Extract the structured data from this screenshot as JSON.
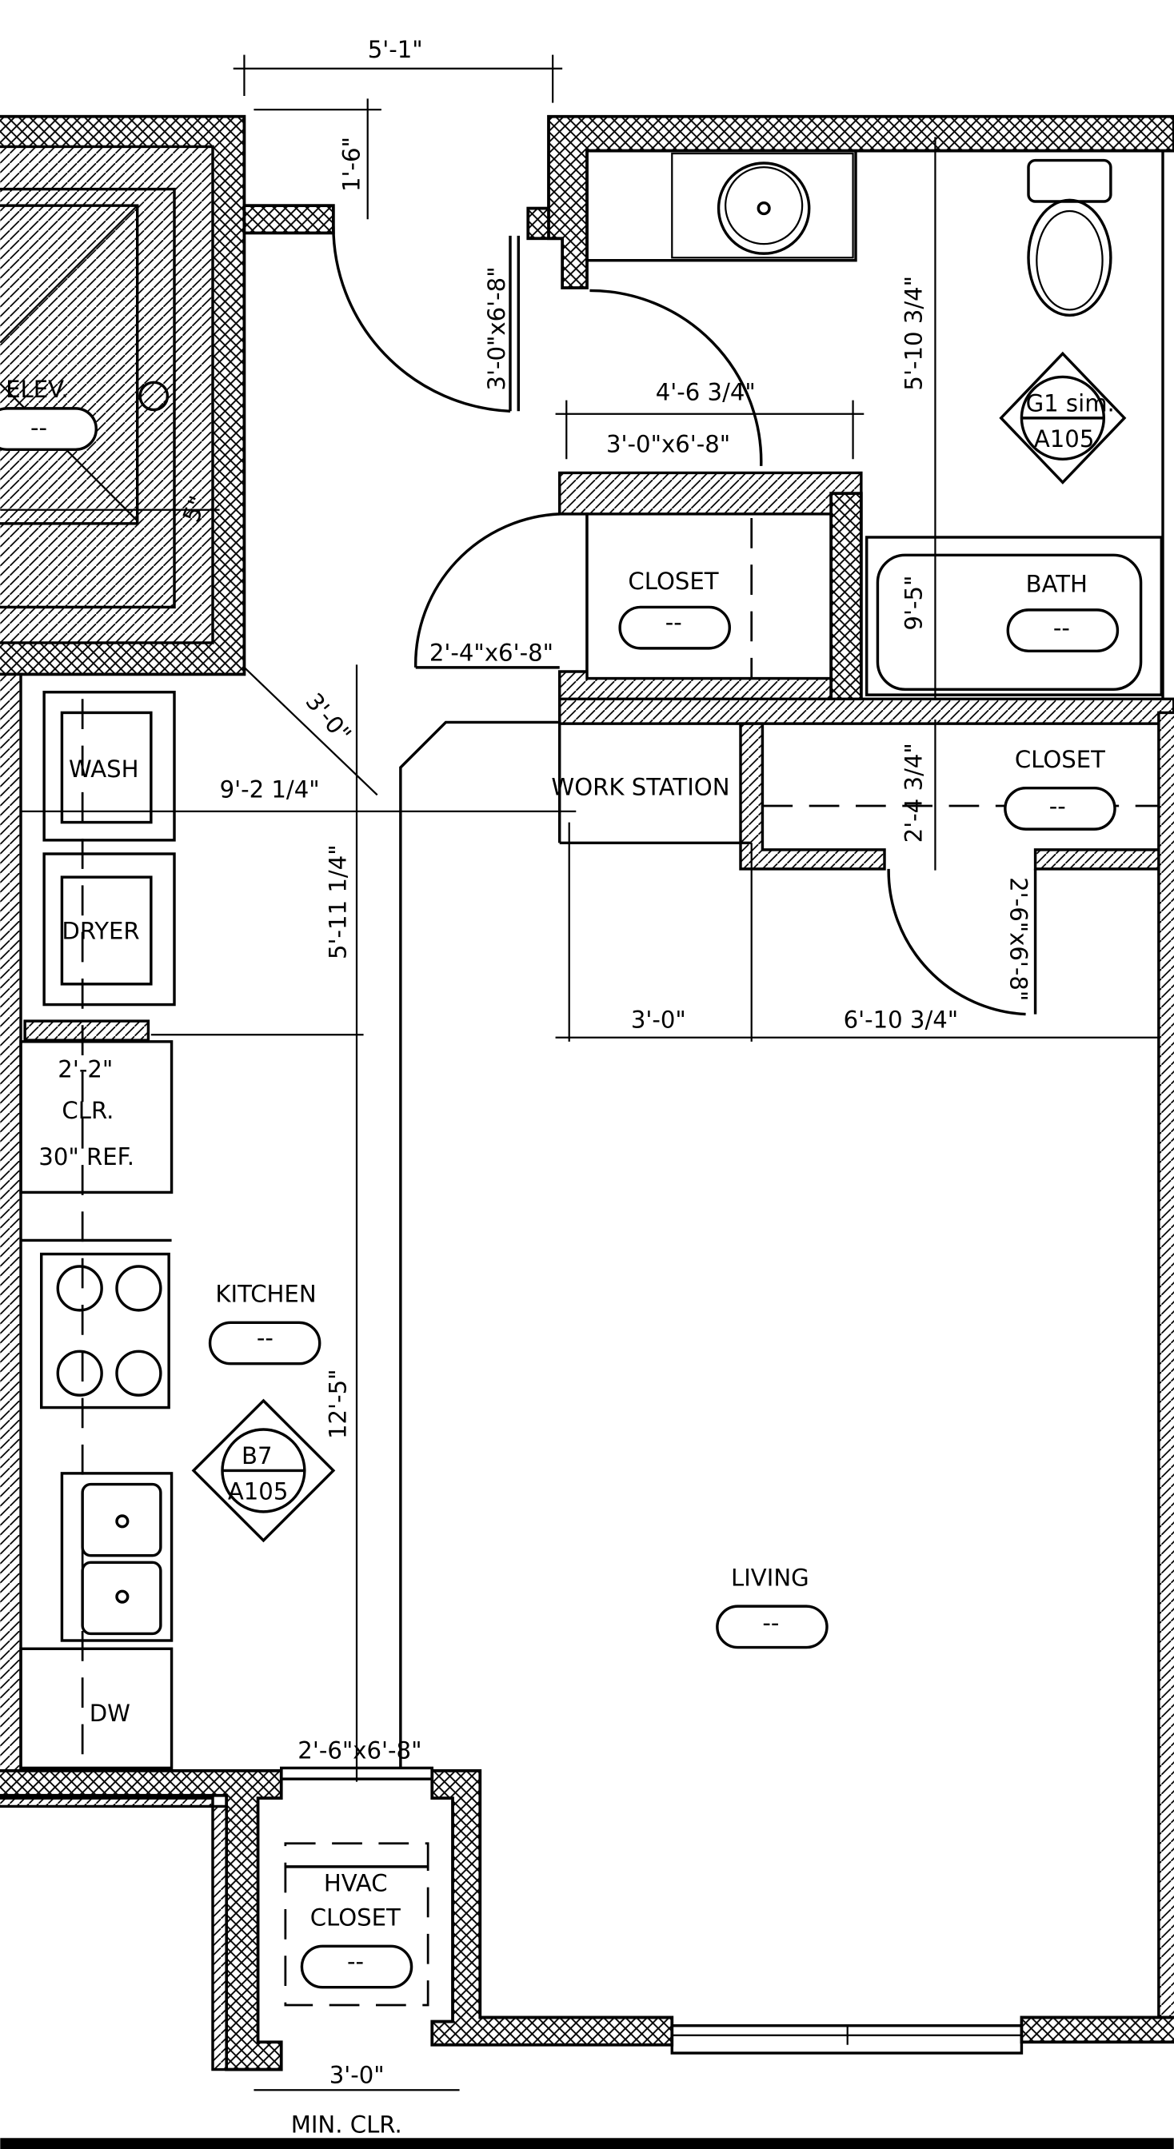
{
  "colors": {
    "ink": "#000000",
    "paper": "#ffffff"
  },
  "rooms": {
    "elevator": {
      "label": "ELEV.",
      "tag": "--"
    },
    "closet_1": {
      "label": "CLOSET",
      "tag": "--"
    },
    "bath": {
      "label": "BATH",
      "tag": "--"
    },
    "closet_2": {
      "label": "CLOSET",
      "tag": "--"
    },
    "work_station": {
      "label": "WORK STATION"
    },
    "kitchen": {
      "label": "KITCHEN",
      "tag": "--"
    },
    "living": {
      "label": "LIVING",
      "tag": "--"
    },
    "hvac": {
      "label_1": "HVAC",
      "label_2": "CLOSET",
      "tag": "--"
    }
  },
  "appliances": {
    "wash": "WASH",
    "dryer": "DRYER",
    "fridge_clr": "2'-2\"",
    "fridge_clr_label": "CLR.",
    "fridge": "30\" REF.",
    "dishwasher": "DW"
  },
  "callouts": {
    "kitchen_detail": {
      "top": "B7",
      "bottom": "A105"
    },
    "bath_detail": {
      "top": "G1 sim.",
      "bottom": "A105"
    }
  },
  "dimensions": {
    "entry_width": "5'-1\"",
    "entry_depth": "1'-6\"",
    "entry_door": "3'-0\"x6'-8\"",
    "bath_width": "4'-6 3/4\"",
    "bath_door": "3'-0\"x6'-8\"",
    "bath_depth": "5'-10 3/4\"",
    "elev_offset": "5\"",
    "closet_door": "2'-4\"x6'-8\"",
    "tub_dim": "9'-5\"",
    "diagonal": "3'-0\"",
    "hall_width": "9'-2 1/4\"",
    "closet2_depth": "2'-4 3/4\"",
    "closet2_door": "2'-6\"x6'-8\"",
    "laundry_depth": "5'-11 1/4\"",
    "work_width": "3'-0\"",
    "work_right": "6'-10 3/4\"",
    "kitchen_length": "12'-5\"",
    "hvac_door": "2'-6\"x6'-8\"",
    "hvac_clr": "3'-0\"",
    "hvac_clr_label": "MIN. CLR."
  }
}
